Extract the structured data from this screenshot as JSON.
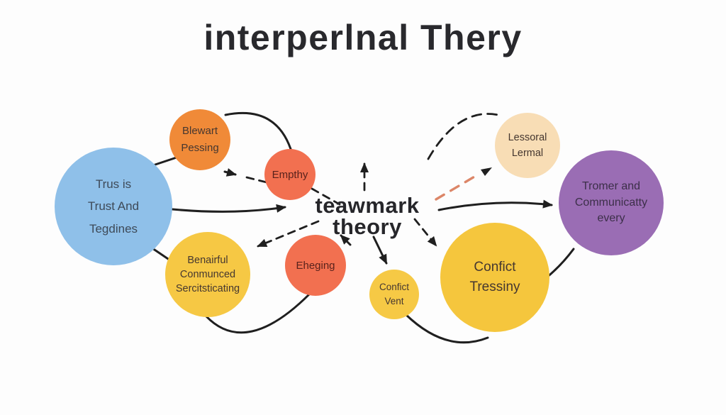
{
  "title": "interperlnal Thery",
  "center_label": {
    "line1": "teawmark",
    "line2": "theory"
  },
  "nodes": {
    "trust": {
      "lines": [
        "Trus is",
        "Trust And",
        "Tegdines"
      ],
      "color": "#8fc0e9"
    },
    "blewart": {
      "lines": [
        "Blewart",
        "Pessing"
      ],
      "color": "#f08a38"
    },
    "empthy": {
      "lines": [
        "Empthy"
      ],
      "color": "#f27050"
    },
    "benairful": {
      "lines": [
        "Benairful",
        "Conmunced",
        "Sercitsticating"
      ],
      "color": "#f6c844"
    },
    "eheging": {
      "lines": [
        "Eheging"
      ],
      "color": "#f27050"
    },
    "confict_vent": {
      "lines": [
        "Confict",
        "Vent"
      ],
      "color": "#f6c945"
    },
    "confict_tressiny": {
      "lines": [
        "Confict",
        "Tressiny"
      ],
      "color": "#f5c63d"
    },
    "lessoral": {
      "lines": [
        "Lessoral",
        "Lermal"
      ],
      "color": "#f8ddb5"
    },
    "tromer": {
      "lines": [
        "Tromer and",
        "Communicatty",
        "every"
      ],
      "color": "#9a6db4"
    }
  },
  "edges": [
    {
      "from": "trust",
      "to": "blewart",
      "style": "solid-line"
    },
    {
      "from": "trust",
      "to": "benairful",
      "style": "solid-line"
    },
    {
      "from": "trust",
      "to": "center",
      "style": "solid-arrow"
    },
    {
      "from": "blewart",
      "to": "empthy",
      "style": "solid-curve"
    },
    {
      "from": "blewart",
      "to": "empthy",
      "style": "dashed-arrow"
    },
    {
      "from": "empthy",
      "to": "center",
      "style": "dashed-line"
    },
    {
      "from": "below-center",
      "to": "center",
      "style": "dashed-arrow-up"
    },
    {
      "from": "center",
      "to": "benairful",
      "style": "dashed-arrow"
    },
    {
      "from": "eheging",
      "to": "center",
      "style": "solid-arrow"
    },
    {
      "from": "center",
      "to": "confict_vent",
      "style": "solid-arrow"
    },
    {
      "from": "center",
      "to": "confict_tressiny",
      "style": "dashed-arrow"
    },
    {
      "from": "center",
      "to": "tromer",
      "style": "solid-arrow"
    },
    {
      "from": "benairful",
      "to": "eheging",
      "style": "solid-bottom-curve"
    },
    {
      "from": "confict_vent",
      "to": "confict_tressiny",
      "style": "solid-bottom-curve"
    },
    {
      "from": "confict_tressiny",
      "to": "tromer",
      "style": "solid-curve"
    },
    {
      "from": "center-right",
      "to": "lessoral",
      "style": "dashed-curve"
    },
    {
      "from": "center-right",
      "to": "lessoral",
      "style": "dashed-orange-arrow"
    }
  ],
  "palette": {
    "background": "#fdfdfd",
    "arrow": "#1f1f1f",
    "orange_dash": "#dc8668",
    "title_text": "#29292d"
  }
}
